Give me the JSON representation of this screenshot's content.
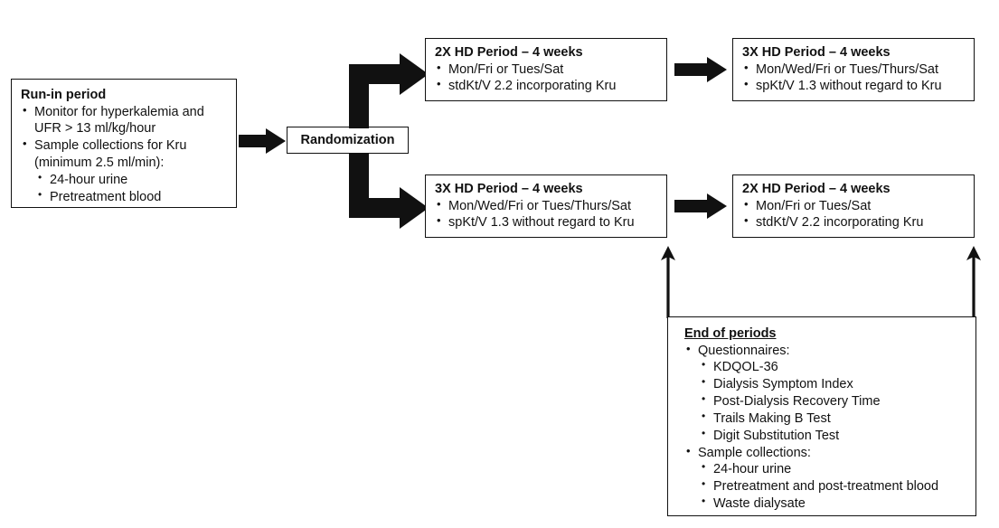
{
  "diagram": {
    "title": "Dialysis study design flowchart",
    "boxes": {
      "run_in": {
        "heading": "Run-in period",
        "items": [
          {
            "text": "Monitor for hyperkalemia and UFR > 13 ml/kg/hour",
            "sub": []
          },
          {
            "text": "Sample collections for Kru (minimum 2.5 ml/min):",
            "sub": [
              "24-hour urine",
              "Pretreatment blood"
            ]
          }
        ]
      },
      "randomization": {
        "label": "Randomization"
      },
      "period_top_left": {
        "heading": "2X HD Period – 4 weeks",
        "items": [
          "Mon/Fri or Tues/Sat",
          "stdKt/V 2.2 incorporating Kru"
        ]
      },
      "period_top_right": {
        "heading": "3X HD Period – 4 weeks",
        "items": [
          "Mon/Wed/Fri or Tues/Thurs/Sat",
          "spKt/V 1.3 without regard to Kru"
        ]
      },
      "period_bottom_left": {
        "heading": "3X HD Period – 4 weeks",
        "items": [
          "Mon/Wed/Fri or Tues/Thurs/Sat",
          "spKt/V 1.3 without regard to Kru"
        ]
      },
      "period_bottom_right": {
        "heading": "2X HD Period – 4 weeks",
        "items": [
          "Mon/Fri or Tues/Sat",
          "stdKt/V 2.2 incorporating Kru"
        ]
      },
      "end_of_periods": {
        "heading": "End of periods",
        "groups": [
          {
            "text": "Questionnaires:",
            "sub": [
              "KDQOL-36",
              "Dialysis Symptom Index",
              "Post-Dialysis Recovery Time",
              "Trails Making B Test",
              "Digit Substitution Test"
            ]
          },
          {
            "text": "Sample collections:",
            "sub": [
              "24-hour urine",
              "Pretreatment and post-treatment blood",
              "Waste dialysate"
            ]
          }
        ]
      }
    },
    "connectors": [
      {
        "name": "run-in-to-randomization",
        "style": "block-arrow-right"
      },
      {
        "name": "randomization-to-top-arm",
        "style": "elbow-arrow-up-right"
      },
      {
        "name": "randomization-to-bottom-arm",
        "style": "elbow-arrow-down-right"
      },
      {
        "name": "top-left-to-top-right",
        "style": "block-arrow-right"
      },
      {
        "name": "bottom-left-to-bottom-right",
        "style": "block-arrow-right"
      },
      {
        "name": "end-of-periods-to-bottom-left",
        "style": "thin-arrow-up"
      },
      {
        "name": "end-of-periods-to-bottom-right",
        "style": "thin-arrow-up"
      }
    ],
    "colors": {
      "stroke": "#111111",
      "background": "#ffffff",
      "arrow_fill": "#111111"
    }
  }
}
